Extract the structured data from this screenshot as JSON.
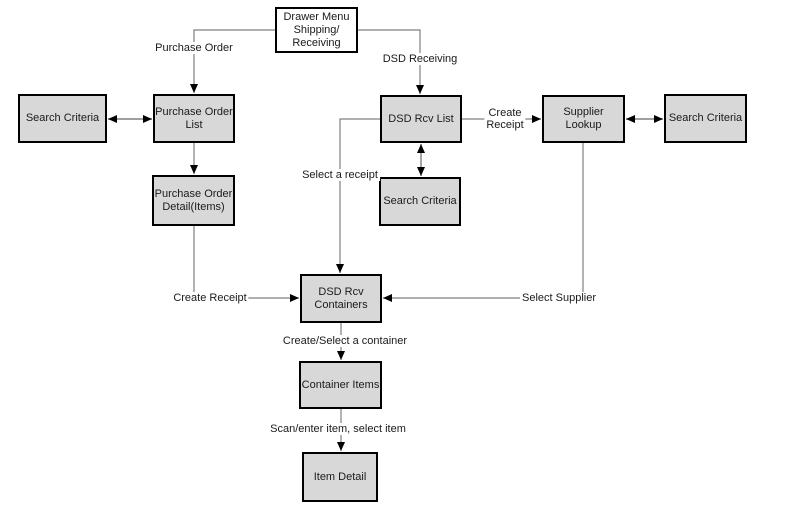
{
  "title": "Drawer Menu Shipping/Receiving flow diagram",
  "colors": {
    "background": "#ffffff",
    "node_fill": "#d8d8d8",
    "node_border": "#000000",
    "line": "#808080",
    "arrowhead": "#000000",
    "text": "#1a1a1a"
  },
  "nodes": {
    "drawer_menu": "Drawer Menu\nShipping/\nReceiving",
    "search_criteria_left": "Search Criteria",
    "purchase_order_list": "Purchase Order\nList",
    "dsd_rcv_list": "DSD Rcv List",
    "supplier_lookup": "Supplier Lookup",
    "search_criteria_right": "Search Criteria",
    "purchase_order_detail": "Purchase Order\nDetail(Items)",
    "search_criteria_mid": "Search Criteria",
    "dsd_rcv_containers": "DSD Rcv\nContainers",
    "container_items": "Container Items",
    "item_detail": "Item Detail"
  },
  "edge_labels": {
    "purchase_order": "Purchase Order",
    "dsd_receiving": "DSD Receiving",
    "create_receipt_right": "Create\nReceipt",
    "select_a_receipt": "Select a receipt",
    "create_receipt_left": "Create Receipt",
    "select_supplier": "Select Supplier",
    "create_select_container": "Create/Select a container",
    "scan_enter_item": "Scan/enter item, select item"
  }
}
